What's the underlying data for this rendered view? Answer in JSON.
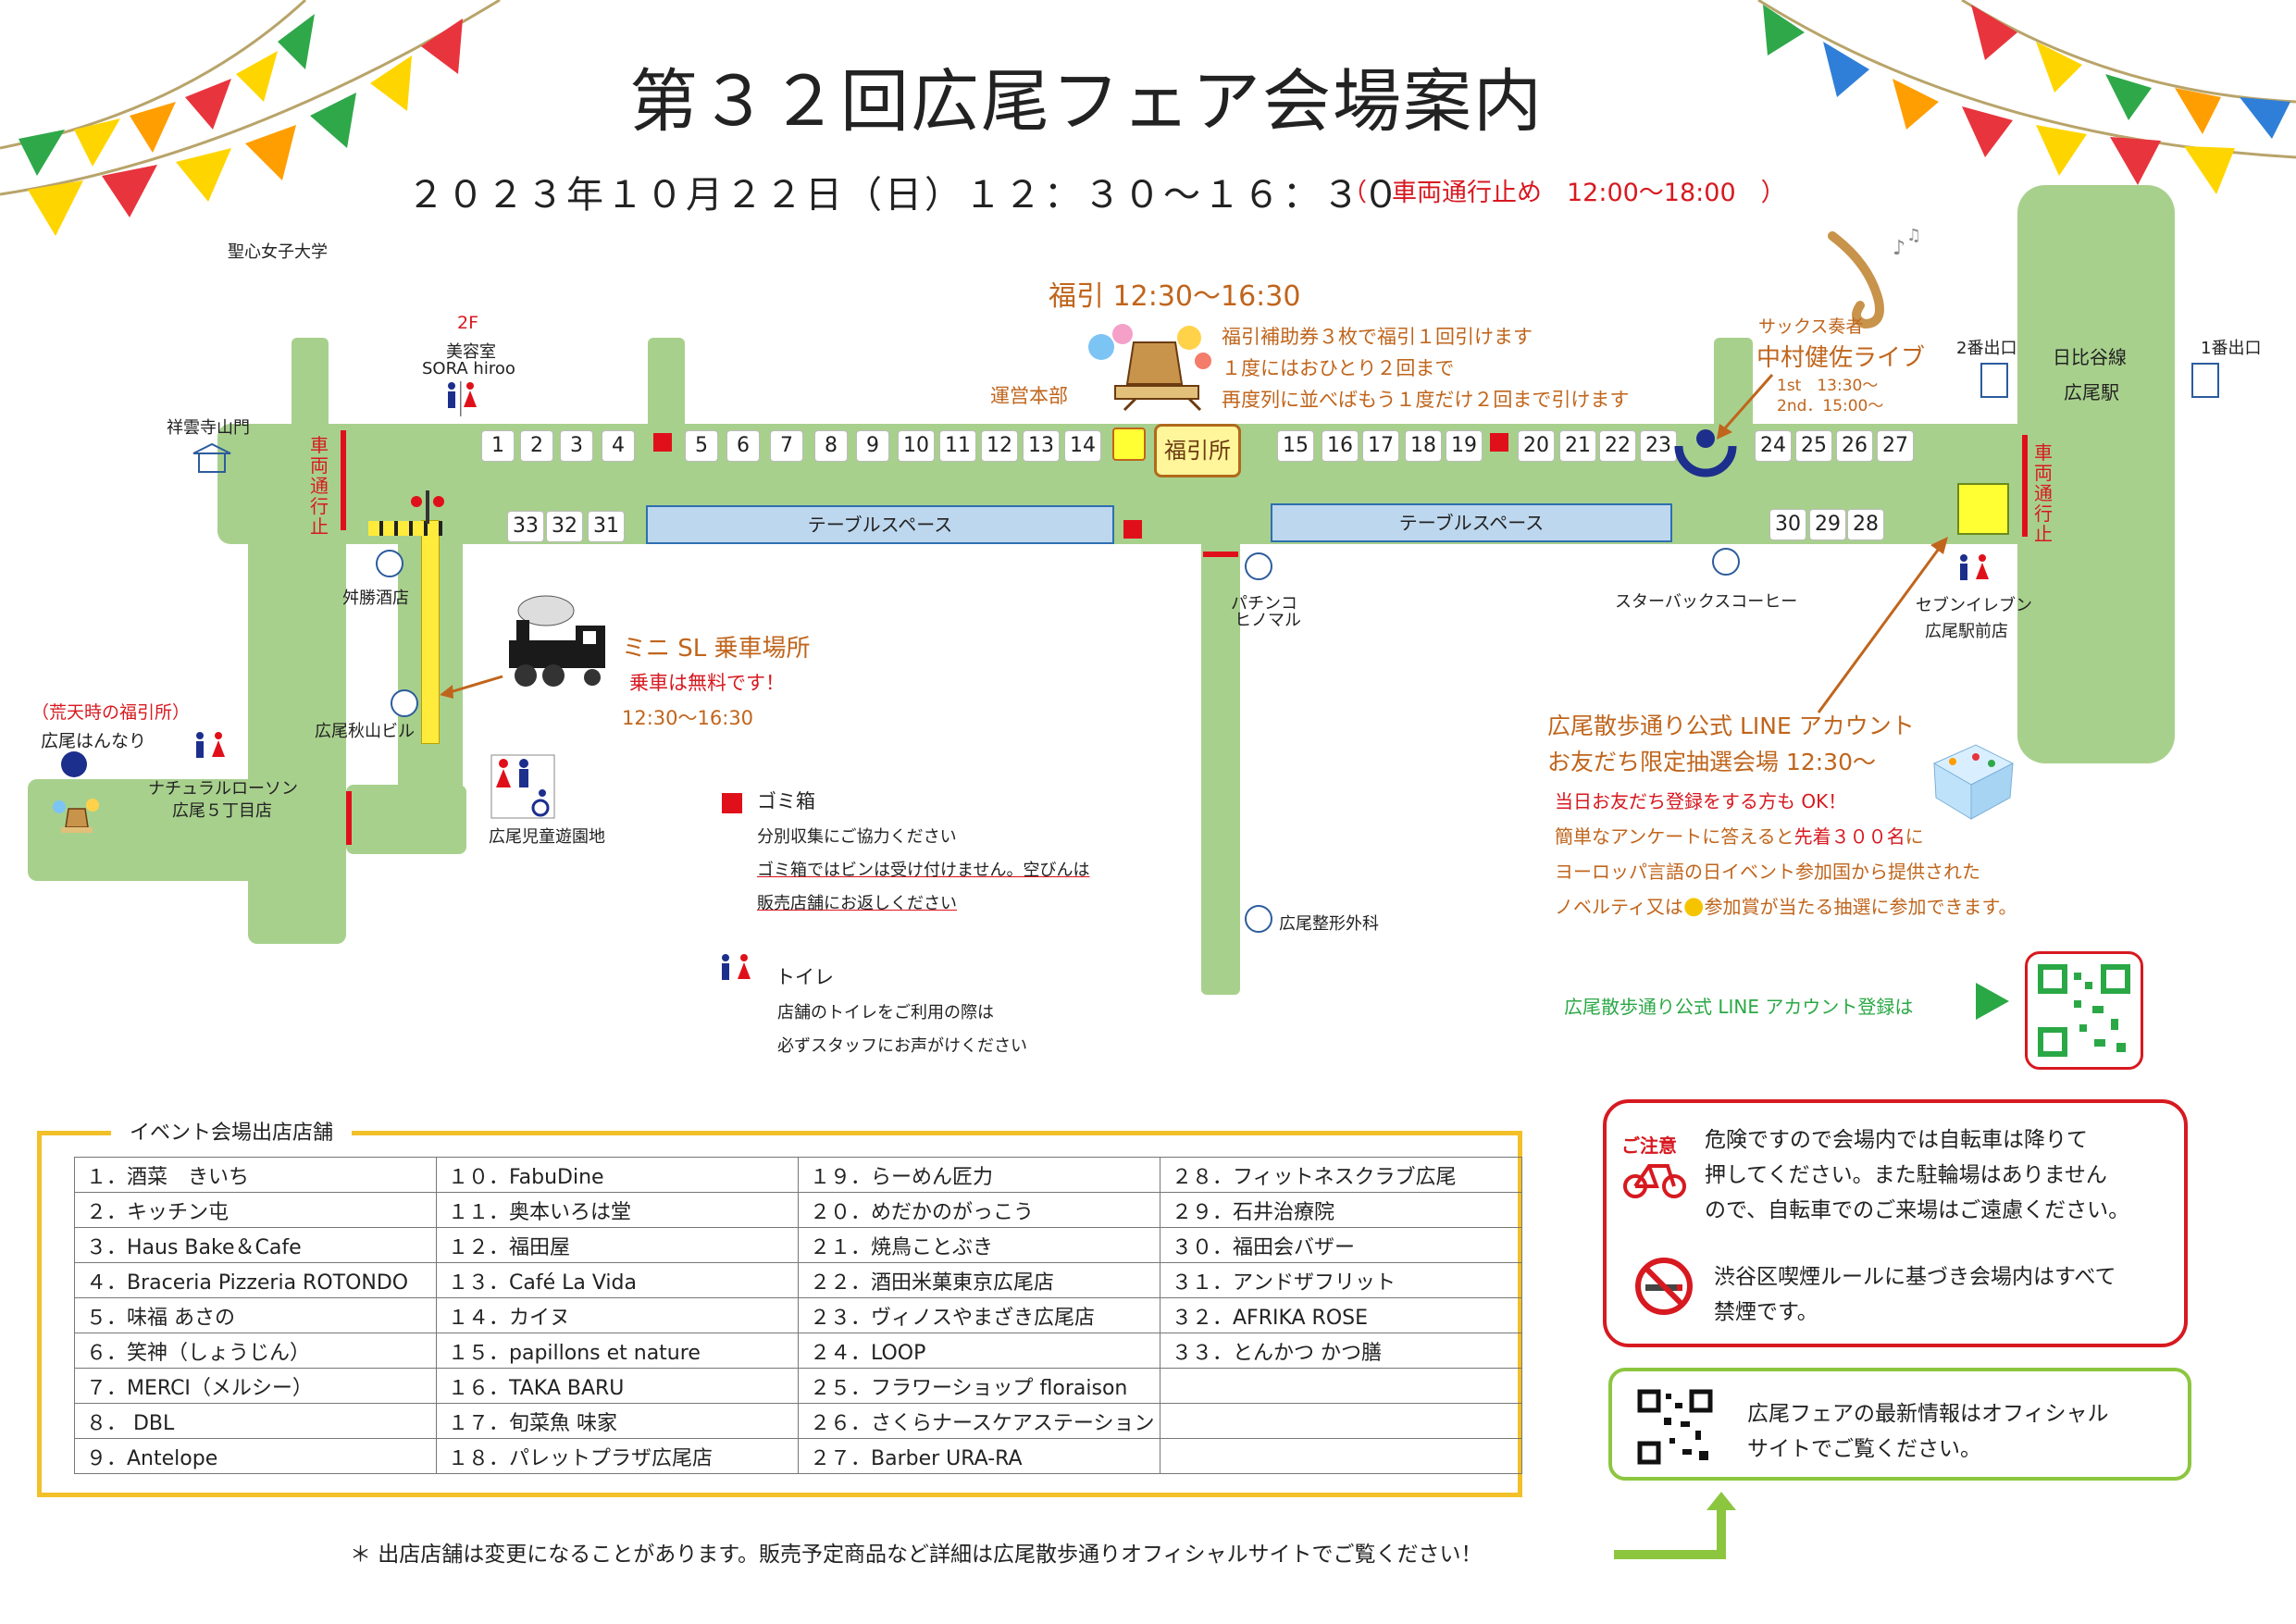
{
  "title": "第３２回広尾フェア会場案内",
  "date": "２０２３年１０月２２日（日）１２：３０〜１６：３０",
  "road_closure": "（　車両通行止め　12:00〜18:00　）",
  "map": {
    "labels": {
      "university": "聖心女子大学",
      "sora_floor": "2F",
      "sora_line1": "美容室",
      "sora_line2": "SORA hiroo",
      "shoun_gate": "祥雲寺山門",
      "no_vehicle_left": "車両通行止",
      "no_vehicle_right": "車両通行止",
      "benkatsu": "舛勝酒店",
      "akiyama": "広尾秋山ビル",
      "rain_lottery": "（荒天時の福引所）",
      "hannari": "広尾はんなり",
      "lawson_line1": "ナチュラルローソン",
      "lawson_line2": "広尾５丁目店",
      "playground": "広尾児童遊園地",
      "sl_title": "ミニ SL 乗車場所",
      "sl_free": "乗車は無料です！",
      "sl_time": "12:30〜16:30",
      "fukubiki_title": "福引 12:30〜16:30",
      "fukubiki_note1": "福引補助券３枚で福引１回引けます",
      "fukubiki_note2": "１度にはおひとり２回まで",
      "fukubiki_note3": "再度列に並べばもう１度だけ２回まで引けます",
      "hq": "運営本部",
      "fukubiki_place": "福引所",
      "table_space_left": "テーブルスペース",
      "table_space_right": "テーブルスペース",
      "pachinko_line1": "パチンコ",
      "pachinko_line2": "ヒノマル",
      "sax_player": "サックス奏者",
      "sax_name": "中村健佐ライブ",
      "sax_1st": "1st　13:30〜",
      "sax_2nd": "2nd．15:00〜",
      "exit2": "2番出口",
      "exit1": "1番出口",
      "hibiya_line": "日比谷線",
      "hiroo_station": "広尾駅",
      "starbucks": "スターバックスコーヒー",
      "seven_line1": "セブンイレブン",
      "seven_line2": "広尾駅前店",
      "line_title1": "広尾散歩通り公式 LINE アカウント",
      "line_title2": "お友だち限定抽選会場 12:30〜",
      "line_note1": "当日お友だち登録をする方も OK！",
      "line_note2a": "簡単なアンケートに答えると",
      "line_note2b": "先着３００名",
      "line_note2c": "に",
      "line_note3": "ヨーロッパ言語の日イベント参加国から提供された",
      "line_note4a": "ノベルティ又は",
      "line_note4b": "参加賞が当たる抽選に参加できます。",
      "clinic": "広尾整形外科",
      "line_register": "広尾散歩通り公式 LINE アカウント登録は",
      "trash_title": "ゴミ箱",
      "trash_note1": "分別収集にご協力ください",
      "trash_note2": "ゴミ箱ではビンは受け付けません。空びんは",
      "trash_note3": "販売店舗にお返しください",
      "toilet_title": "トイレ",
      "toilet_note1": "店舗のトイレをご利用の際は",
      "toilet_note2": "必ずスタッフにお声がけください"
    },
    "booths_top_left": [
      "1",
      "2",
      "3",
      "4",
      "5",
      "6",
      "7",
      "8",
      "9",
      "10",
      "11",
      "12",
      "13",
      "14"
    ],
    "booths_top_right": [
      "15",
      "16",
      "17",
      "18",
      "19",
      "20",
      "21",
      "22",
      "23",
      "24",
      "25",
      "26",
      "27"
    ],
    "booths_bottom_left": [
      "33",
      "32",
      "31"
    ],
    "booths_bottom_right": [
      "30",
      "29",
      "28"
    ]
  },
  "shops": {
    "heading": "イベント会場出店店舗",
    "col1": [
      "１．酒菜　きいち",
      "２．キッチン屯",
      "３．Haus Bake＆Cafe",
      "４．Braceria Pizzeria ROTONDO",
      "５．味福 あさの",
      "６．笑神（しょうじん）",
      "７．MERCI（メルシー）",
      "８． DBL",
      "９．Antelope"
    ],
    "col2": [
      "１０．FabuDine",
      "１１．奥本いろは堂",
      "１２．福田屋",
      "１３．Café La Vida",
      "１４．カイヌ",
      "１５．papillons et nature",
      "１６．TAKA BARU",
      "１７．旬菜魚 味家",
      "１８．パレットプラザ広尾店"
    ],
    "col3": [
      "１９．らーめん匠力",
      "２０．めだかのがっこう",
      "２１．焼鳥ことぶき",
      "２２．酒田米菓東京広尾店",
      "２３．ヴィノスやまざき広尾店",
      "２４．LOOP",
      "２５．フラワーショップ floraison",
      "２６．さくらナースケアステーション",
      "２７．Barber URA-RA"
    ],
    "col4": [
      "２８．フィットネスクラブ広尾",
      "２９．石井治療院",
      "３０．福田会バザー",
      "３１．アンドザフリット",
      "３２．AFRIKA ROSE",
      "３３．とんかつ かつ膳",
      "",
      "",
      ""
    ]
  },
  "caution": {
    "label": "ご注意",
    "bike_text1": "危険ですので会場内では自転車は降りて",
    "bike_text2": "押してください。また駐輪場はありません",
    "bike_text3": "ので、自転車でのご来場はご遠慮ください。",
    "smoke_text1": "渋谷区喫煙ルールに基づき会場内はすべて",
    "smoke_text2": "禁煙です。"
  },
  "official": {
    "text1": "広尾フェアの最新情報はオフィシャル",
    "text2": "サイトでご覧ください。"
  },
  "footnote": "＊ 出店店舗は変更になることがあります。販売予定商品など詳細は広尾散歩通りオフィシャルサイトでご覧ください！",
  "colors": {
    "road": "#a8d08d",
    "trash": "#e0101a",
    "accent_orange": "#c0651c",
    "alert_red": "#d71920",
    "line_green": "#2aa845",
    "shop_border": "#f2c028"
  }
}
